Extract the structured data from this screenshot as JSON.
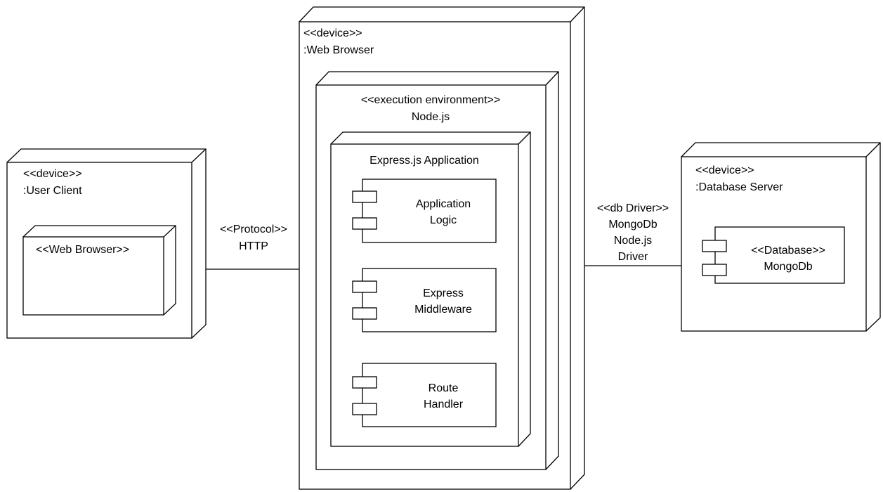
{
  "nodes": {
    "user_client": {
      "stereotype": "<<device>>",
      "name": ":User Client",
      "inner": {
        "label": "<<Web Browser>>"
      }
    },
    "web_browser": {
      "stereotype": "<<device>>",
      "name": ":Web Browser",
      "execution_env": {
        "stereotype": "<<execution environment>>",
        "name": "Node.js",
        "app": {
          "label": "Express.js Application",
          "components": [
            {
              "line1": "Application",
              "line2": "Logic"
            },
            {
              "line1": "Express",
              "line2": "Middleware"
            },
            {
              "line1": "Route",
              "line2": "Handler"
            }
          ]
        }
      }
    },
    "database_server": {
      "stereotype": "<<device>>",
      "name": ":Database Server",
      "component": {
        "line1": "<<Database>>",
        "line2": "MongoDb"
      }
    }
  },
  "connections": {
    "http": {
      "line1": "<<Protocol>>",
      "line2": "HTTP"
    },
    "db": {
      "line1": "<<db Driver>>",
      "line2": "MongoDb",
      "line3": "Node.js",
      "line4": "Driver"
    }
  },
  "colors": {
    "stroke": "#000000",
    "fill": "#ffffff"
  }
}
